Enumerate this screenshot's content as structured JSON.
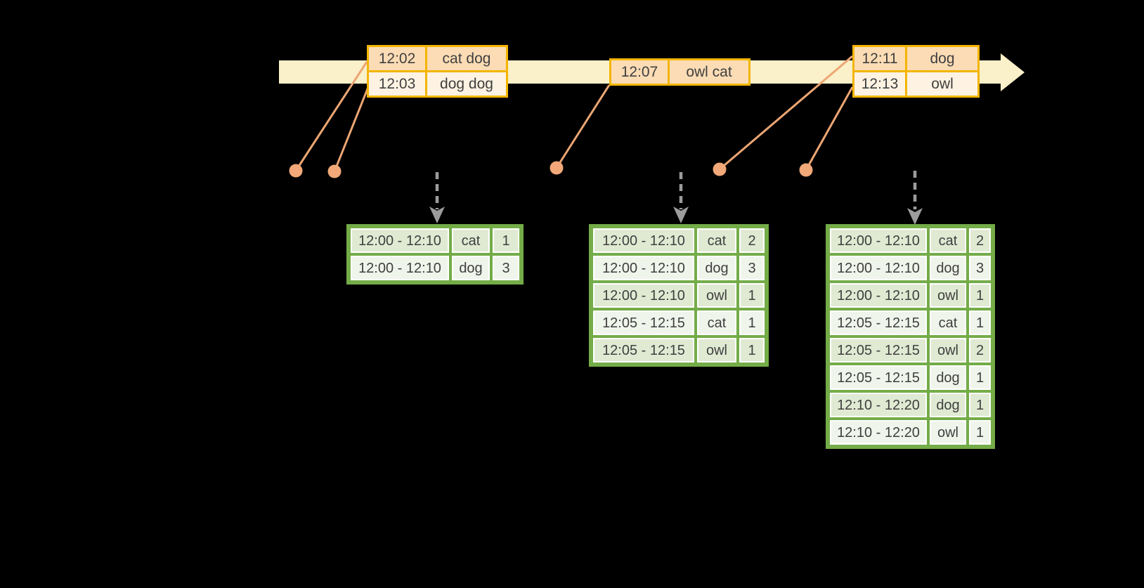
{
  "colors": {
    "background": "#000000",
    "timeline_fill": "#FAF0C9",
    "event_table_border": "#F3B500",
    "event_row_dark": "#FBDCB5",
    "event_row_light": "#FEF3E3",
    "result_table_border": "#74AC48",
    "result_row_dark": "#E0EAD3",
    "result_row_light": "#F0F5EB",
    "cell_gap": "#FFFFFF",
    "marker_line_orange": "#ECA673",
    "marker_dot_orange": "#F2A878",
    "trigger_arrow_gray": "#9C9C9C",
    "text": "#3F3F3F"
  },
  "event_tables": [
    {
      "rows": [
        {
          "time": "12:02",
          "words": "cat dog"
        },
        {
          "time": "12:03",
          "words": "dog dog"
        }
      ]
    },
    {
      "rows": [
        {
          "time": "12:07",
          "words": "owl cat"
        }
      ]
    },
    {
      "rows": [
        {
          "time": "12:11",
          "words": "dog"
        },
        {
          "time": "12:13",
          "words": "owl"
        }
      ]
    }
  ],
  "result_tables": [
    {
      "rows": [
        {
          "window": "12:00 - 12:10",
          "word": "cat",
          "count": "1"
        },
        {
          "window": "12:00 - 12:10",
          "word": "dog",
          "count": "3"
        }
      ]
    },
    {
      "rows": [
        {
          "window": "12:00 - 12:10",
          "word": "cat",
          "count": "2"
        },
        {
          "window": "12:00 - 12:10",
          "word": "dog",
          "count": "3"
        },
        {
          "window": "12:00 - 12:10",
          "word": "owl",
          "count": "1"
        },
        {
          "window": "12:05 - 12:15",
          "word": "cat",
          "count": "1"
        },
        {
          "window": "12:05 - 12:15",
          "word": "owl",
          "count": "1"
        }
      ]
    },
    {
      "rows": [
        {
          "window": "12:00 - 12:10",
          "word": "cat",
          "count": "2"
        },
        {
          "window": "12:00 - 12:10",
          "word": "dog",
          "count": "3"
        },
        {
          "window": "12:00 - 12:10",
          "word": "owl",
          "count": "1"
        },
        {
          "window": "12:05 - 12:15",
          "word": "cat",
          "count": "1"
        },
        {
          "window": "12:05 - 12:15",
          "word": "owl",
          "count": "2"
        },
        {
          "window": "12:05 - 12:15",
          "word": "dog",
          "count": "1"
        },
        {
          "window": "12:10 - 12:20",
          "word": "dog",
          "count": "1"
        },
        {
          "window": "12:10 - 12:20",
          "word": "owl",
          "count": "1"
        }
      ]
    }
  ]
}
